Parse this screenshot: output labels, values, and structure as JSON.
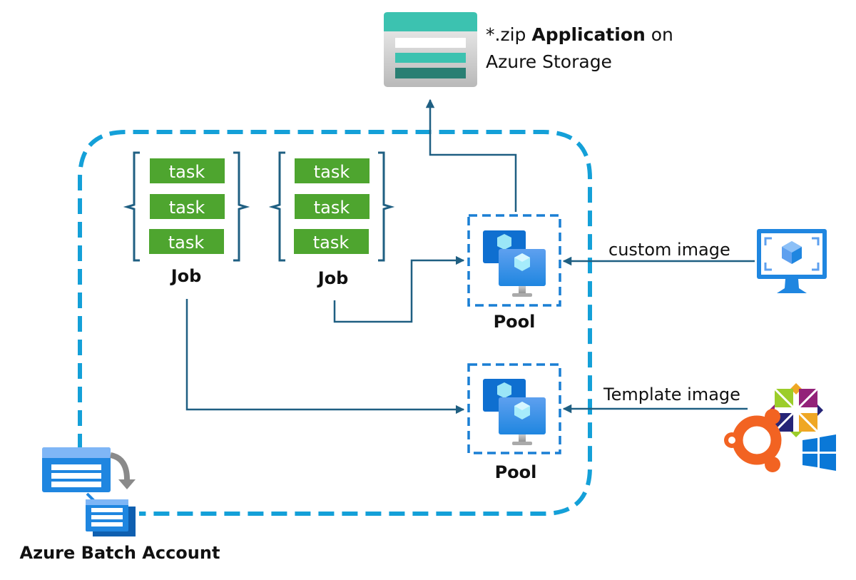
{
  "diagram": {
    "title": "Azure Batch architecture",
    "storage": {
      "prefix": "*.zip",
      "bold": "Application",
      "suffix": "on",
      "line2": "Azure Storage",
      "icon": "azure-storage-icon"
    },
    "jobs": [
      {
        "label": "Job",
        "tasks": [
          "task",
          "task",
          "task"
        ]
      },
      {
        "label": "Job",
        "tasks": [
          "task",
          "task",
          "task"
        ]
      }
    ],
    "pools": [
      {
        "label": "Pool",
        "icon": "virtual-machines-icon",
        "source_label": "custom image",
        "source_icon": "custom-vm-image-icon"
      },
      {
        "label": "Pool",
        "icon": "virtual-machines-icon",
        "source_label": "Template image",
        "source_icons": [
          "centos-logo-icon",
          "ubuntu-logo-icon",
          "windows-logo-icon"
        ]
      }
    ],
    "account": {
      "label": "Azure Batch Account",
      "icon": "azure-batch-icon"
    },
    "colors": {
      "boundary": "#14a0d8",
      "pool_border": "#1a7fd4",
      "connector": "#1f5f82",
      "task_fill": "#4ea52f",
      "storage_teal": "#3cc2b0",
      "storage_dark": "#2a7f73",
      "vm_blue": "#1f86e0",
      "ubuntu_orange": "#f26322",
      "windows_blue": "#0a78d7"
    }
  }
}
